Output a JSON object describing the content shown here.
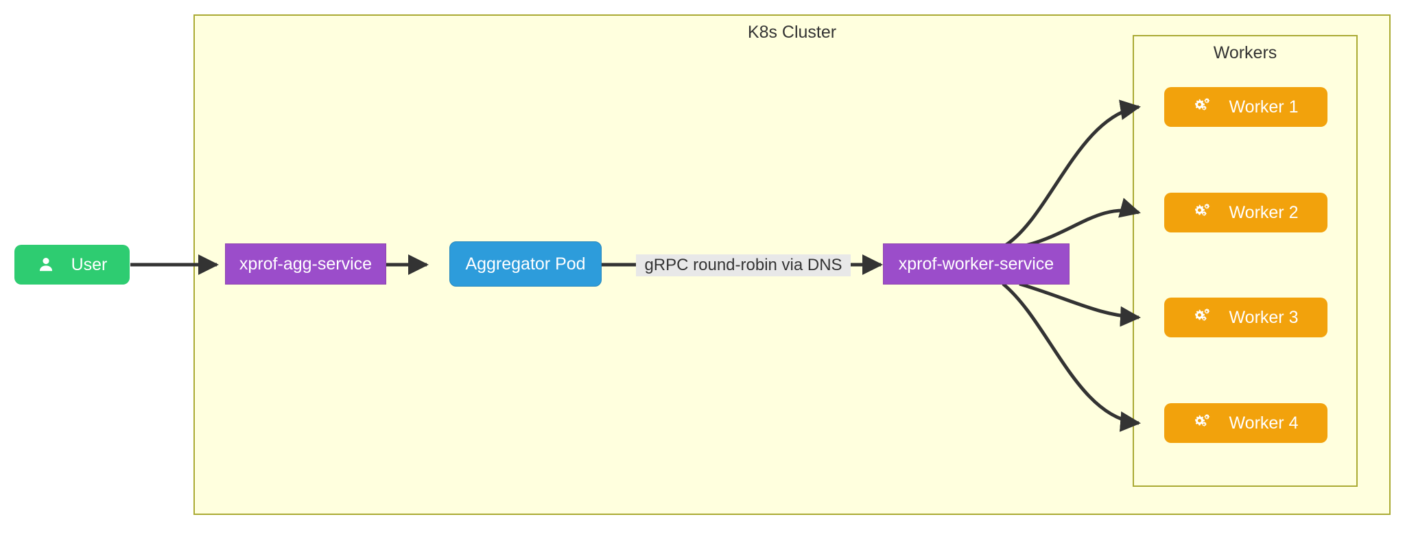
{
  "diagram": {
    "type": "flowchart",
    "direction": "left-to-right",
    "background": "#ffffff"
  },
  "clusters": [
    {
      "id": "k8s",
      "label": "K8s Cluster",
      "fill": "#ffffde",
      "stroke": "#aaaa33"
    },
    {
      "id": "workers",
      "label": "Workers",
      "fill": "#ffffde",
      "stroke": "#aaaa33"
    }
  ],
  "nodes": {
    "user": {
      "label": "User",
      "icon": "user-icon",
      "fill": "#2ecc71",
      "text_color": "#ffffff",
      "shape": "rounded"
    },
    "agg_service": {
      "label": "xprof-agg-service",
      "fill": "#9b4dca",
      "text_color": "#ffffff",
      "shape": "rectangle"
    },
    "aggregator_pod": {
      "label": "Aggregator Pod",
      "fill": "#2d9cdb",
      "text_color": "#ffffff",
      "shape": "rounded"
    },
    "worker_service": {
      "label": "xprof-worker-service",
      "fill": "#9b4dca",
      "text_color": "#ffffff",
      "shape": "rectangle"
    },
    "worker1": {
      "label": "Worker 1",
      "icon": "cogs-icon",
      "fill": "#f2a20c",
      "text_color": "#ffffff",
      "shape": "rounded"
    },
    "worker2": {
      "label": "Worker 2",
      "icon": "cogs-icon",
      "fill": "#f2a20c",
      "text_color": "#ffffff",
      "shape": "rounded"
    },
    "worker3": {
      "label": "Worker 3",
      "icon": "cogs-icon",
      "fill": "#f2a20c",
      "text_color": "#ffffff",
      "shape": "rounded"
    },
    "worker4": {
      "label": "Worker 4",
      "icon": "cogs-icon",
      "fill": "#f2a20c",
      "text_color": "#ffffff",
      "shape": "rounded"
    }
  },
  "edges": [
    {
      "from": "user",
      "to": "agg_service",
      "label": ""
    },
    {
      "from": "agg_service",
      "to": "aggregator_pod",
      "label": ""
    },
    {
      "from": "aggregator_pod",
      "to": "worker_service",
      "label": "gRPC round-robin via DNS"
    },
    {
      "from": "worker_service",
      "to": "worker1",
      "label": ""
    },
    {
      "from": "worker_service",
      "to": "worker2",
      "label": ""
    },
    {
      "from": "worker_service",
      "to": "worker3",
      "label": ""
    },
    {
      "from": "worker_service",
      "to": "worker4",
      "label": ""
    }
  ],
  "edge_labels": {
    "grpc": "gRPC round-robin via DNS"
  },
  "colors": {
    "edge_stroke": "#333333",
    "cluster_fill": "#ffffde",
    "cluster_stroke": "#aaaa33",
    "label_background": "#e8e8e8",
    "label_text": "#333333"
  }
}
